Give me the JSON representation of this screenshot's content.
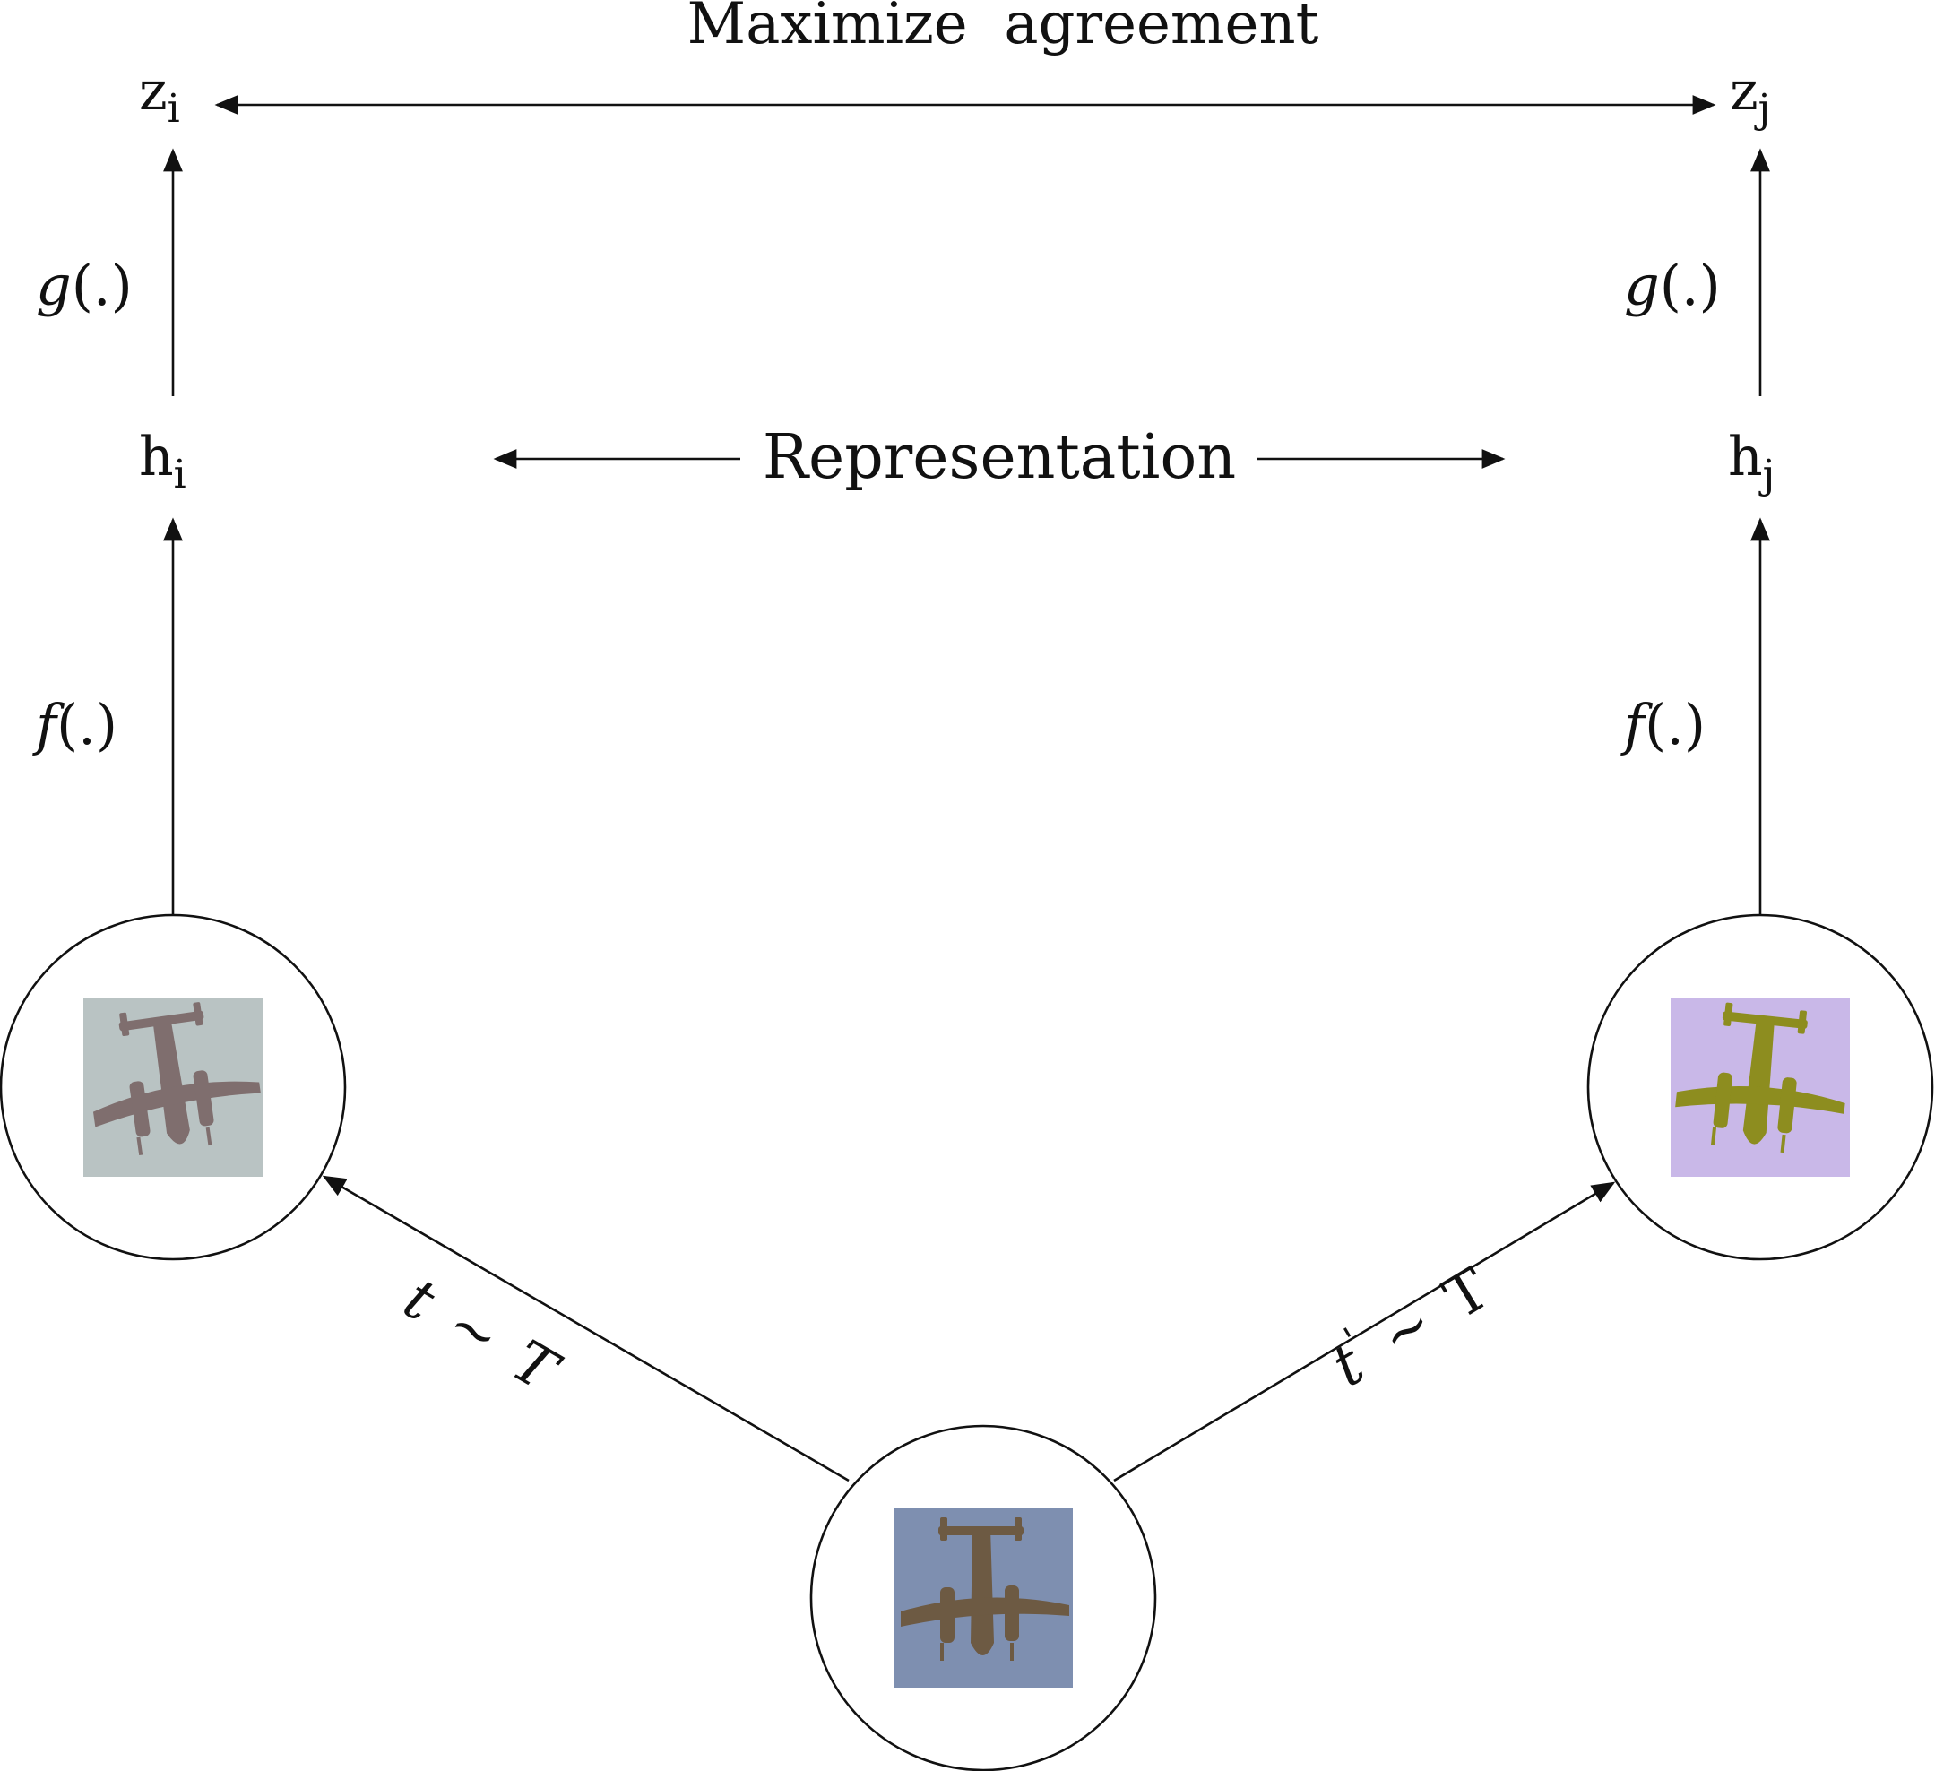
{
  "title": "Maximize  agreement",
  "representation_label": "Representation",
  "left": {
    "z": {
      "base": "z",
      "sub": "i"
    },
    "h": {
      "base": "h",
      "sub": "i"
    },
    "g_fn": {
      "name": "g",
      "args": "(.)"
    },
    "f_fn": {
      "name": "f",
      "args": "(.)"
    }
  },
  "right": {
    "z": {
      "base": "z",
      "sub": "j"
    },
    "h": {
      "base": "h",
      "sub": "j"
    },
    "g_fn": {
      "name": "g",
      "args": "(.)"
    },
    "f_fn": {
      "name": "f",
      "args": "(.)"
    }
  },
  "aug_left": {
    "t": "t",
    "tilde": "~",
    "T": "T"
  },
  "aug_right": {
    "t": "t",
    "prime": "'",
    "tilde": "~",
    "T": "T"
  },
  "images": {
    "left_view": {
      "tint": "#b9c3c3",
      "plane": "#7f6e6e"
    },
    "right_view": {
      "tint": "#c9b8e8",
      "plane": "#8d8d1f"
    },
    "original": {
      "tint": "#7e8fb0",
      "plane": "#6d5a43"
    }
  }
}
